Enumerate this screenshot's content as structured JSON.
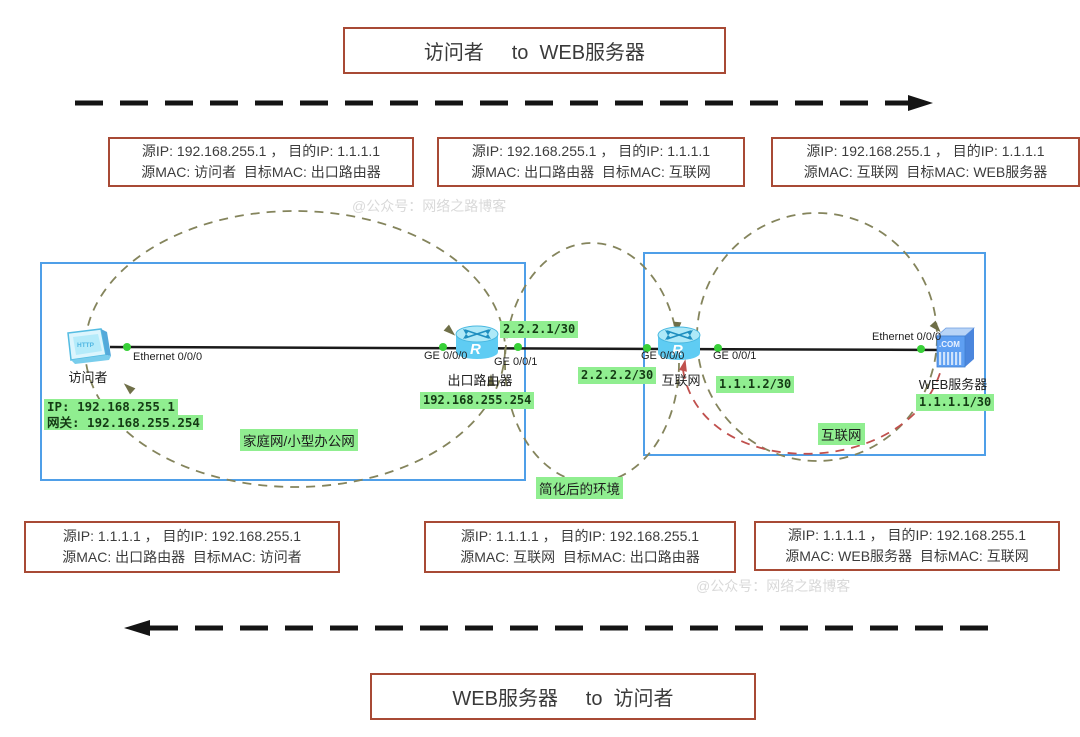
{
  "titles": {
    "top": "访问者     to  WEB服务器",
    "bottom": "WEB服务器     to  访问者"
  },
  "watermarks": {
    "top": "@公众号：网络之路博客",
    "bottom": "@公众号：网络之路博客"
  },
  "flow_top": [
    {
      "line1": "源IP: 192.168.255.1 ， 目的IP: 1.1.1.1",
      "line2": "源MAC: 访问者  目标MAC: 出口路由器"
    },
    {
      "line1": "源IP: 192.168.255.1 ， 目的IP: 1.1.1.1",
      "line2": "源MAC: 出口路由器  目标MAC: 互联网"
    },
    {
      "line1": "源IP: 192.168.255.1 ， 目的IP: 1.1.1.1",
      "line2": "源MAC: 互联网  目标MAC: WEB服务器"
    }
  ],
  "flow_bottom": [
    {
      "line1": "源IP: 1.1.1.1 ， 目的IP: 192.168.255.1",
      "line2": "源MAC: 出口路由器  目标MAC: 访问者"
    },
    {
      "line1": "源IP: 1.1.1.1 ， 目的IP: 192.168.255.1",
      "line2": "源MAC: 互联网  目标MAC: 出口路由器"
    },
    {
      "line1": "源IP: 1.1.1.1 ， 目的IP: 192.168.255.1",
      "line2": "源MAC: WEB服务器  目标MAC: 互联网"
    }
  ],
  "devices": {
    "client": {
      "label": "访问者",
      "icon_text": "HTTP"
    },
    "router1": {
      "label": "出口路由器"
    },
    "router2": {
      "label": "互联网"
    },
    "server": {
      "label": "WEB服务器",
      "icon_text": ".COM"
    }
  },
  "interfaces": {
    "client_eth": "Ethernet 0/0/0",
    "r1_ge0": "GE 0/0/0",
    "r1_ge1": "GE 0/0/1",
    "r2_ge0": "GE 0/0/0",
    "r2_ge1": "GE 0/0/1",
    "server_eth": "Ethernet 0/0/0"
  },
  "addresses": {
    "client_ip": "IP: 192.168.255.1",
    "client_gw": "网关: 192.168.255.254",
    "r1_lan": "192.168.255.254",
    "r1_wan": "2.2.2.1/30",
    "r2_left": "2.2.2.2/30",
    "r2_right": "1.1.1.2/30",
    "server_ip": "1.1.1.1/30"
  },
  "zones": {
    "home": "家庭网/小型办公网",
    "simplified": "简化后的环境",
    "internet": "互联网"
  },
  "colors": {
    "box_border": "#a84a35",
    "blue_zone": "#4f9fe8",
    "label_green": "#90ee90",
    "dot_green": "#38d038",
    "dash_olive": "#84845c",
    "dash_red": "#c0504d",
    "link_black": "#1a1a1a"
  }
}
